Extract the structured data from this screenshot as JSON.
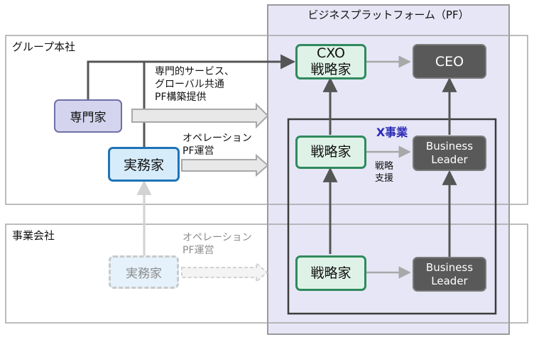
{
  "platform": {
    "title": "ビジネスプラットフォーム（PF）"
  },
  "group_hq": {
    "label": "グループ本社",
    "specialist": "専門家",
    "practitioner": "実務家",
    "specialist_note": [
      "専門的サービス、",
      "グローバル共通",
      "PF構築提供"
    ],
    "practitioner_note": [
      "オペレーション",
      "PF運営"
    ]
  },
  "business_company": {
    "label": "事業会社",
    "practitioner": "実務家",
    "practitioner_note": [
      "オペレーション",
      "PF運営"
    ]
  },
  "executive": {
    "cxo": [
      "CXO",
      "戦略家"
    ],
    "ceo": "CEO"
  },
  "x_business": {
    "label": "X事業",
    "strategist": "戦略家",
    "leader": [
      "Business",
      "Leader"
    ],
    "support_note": [
      "戦略",
      "支援"
    ]
  },
  "lower_unit": {
    "strategist": "戦略家",
    "leader": [
      "Business",
      "Leader"
    ]
  },
  "colors": {
    "platform_fill": "#e6e6f6",
    "strategist_border": "#2f8a5c",
    "strategist_fill": "#dff2e8",
    "leader_fill": "#595959",
    "specialist_fill": "#d4d4ee",
    "practitioner_border": "#1f73b7",
    "practitioner_fill": "#d7ecfa"
  }
}
